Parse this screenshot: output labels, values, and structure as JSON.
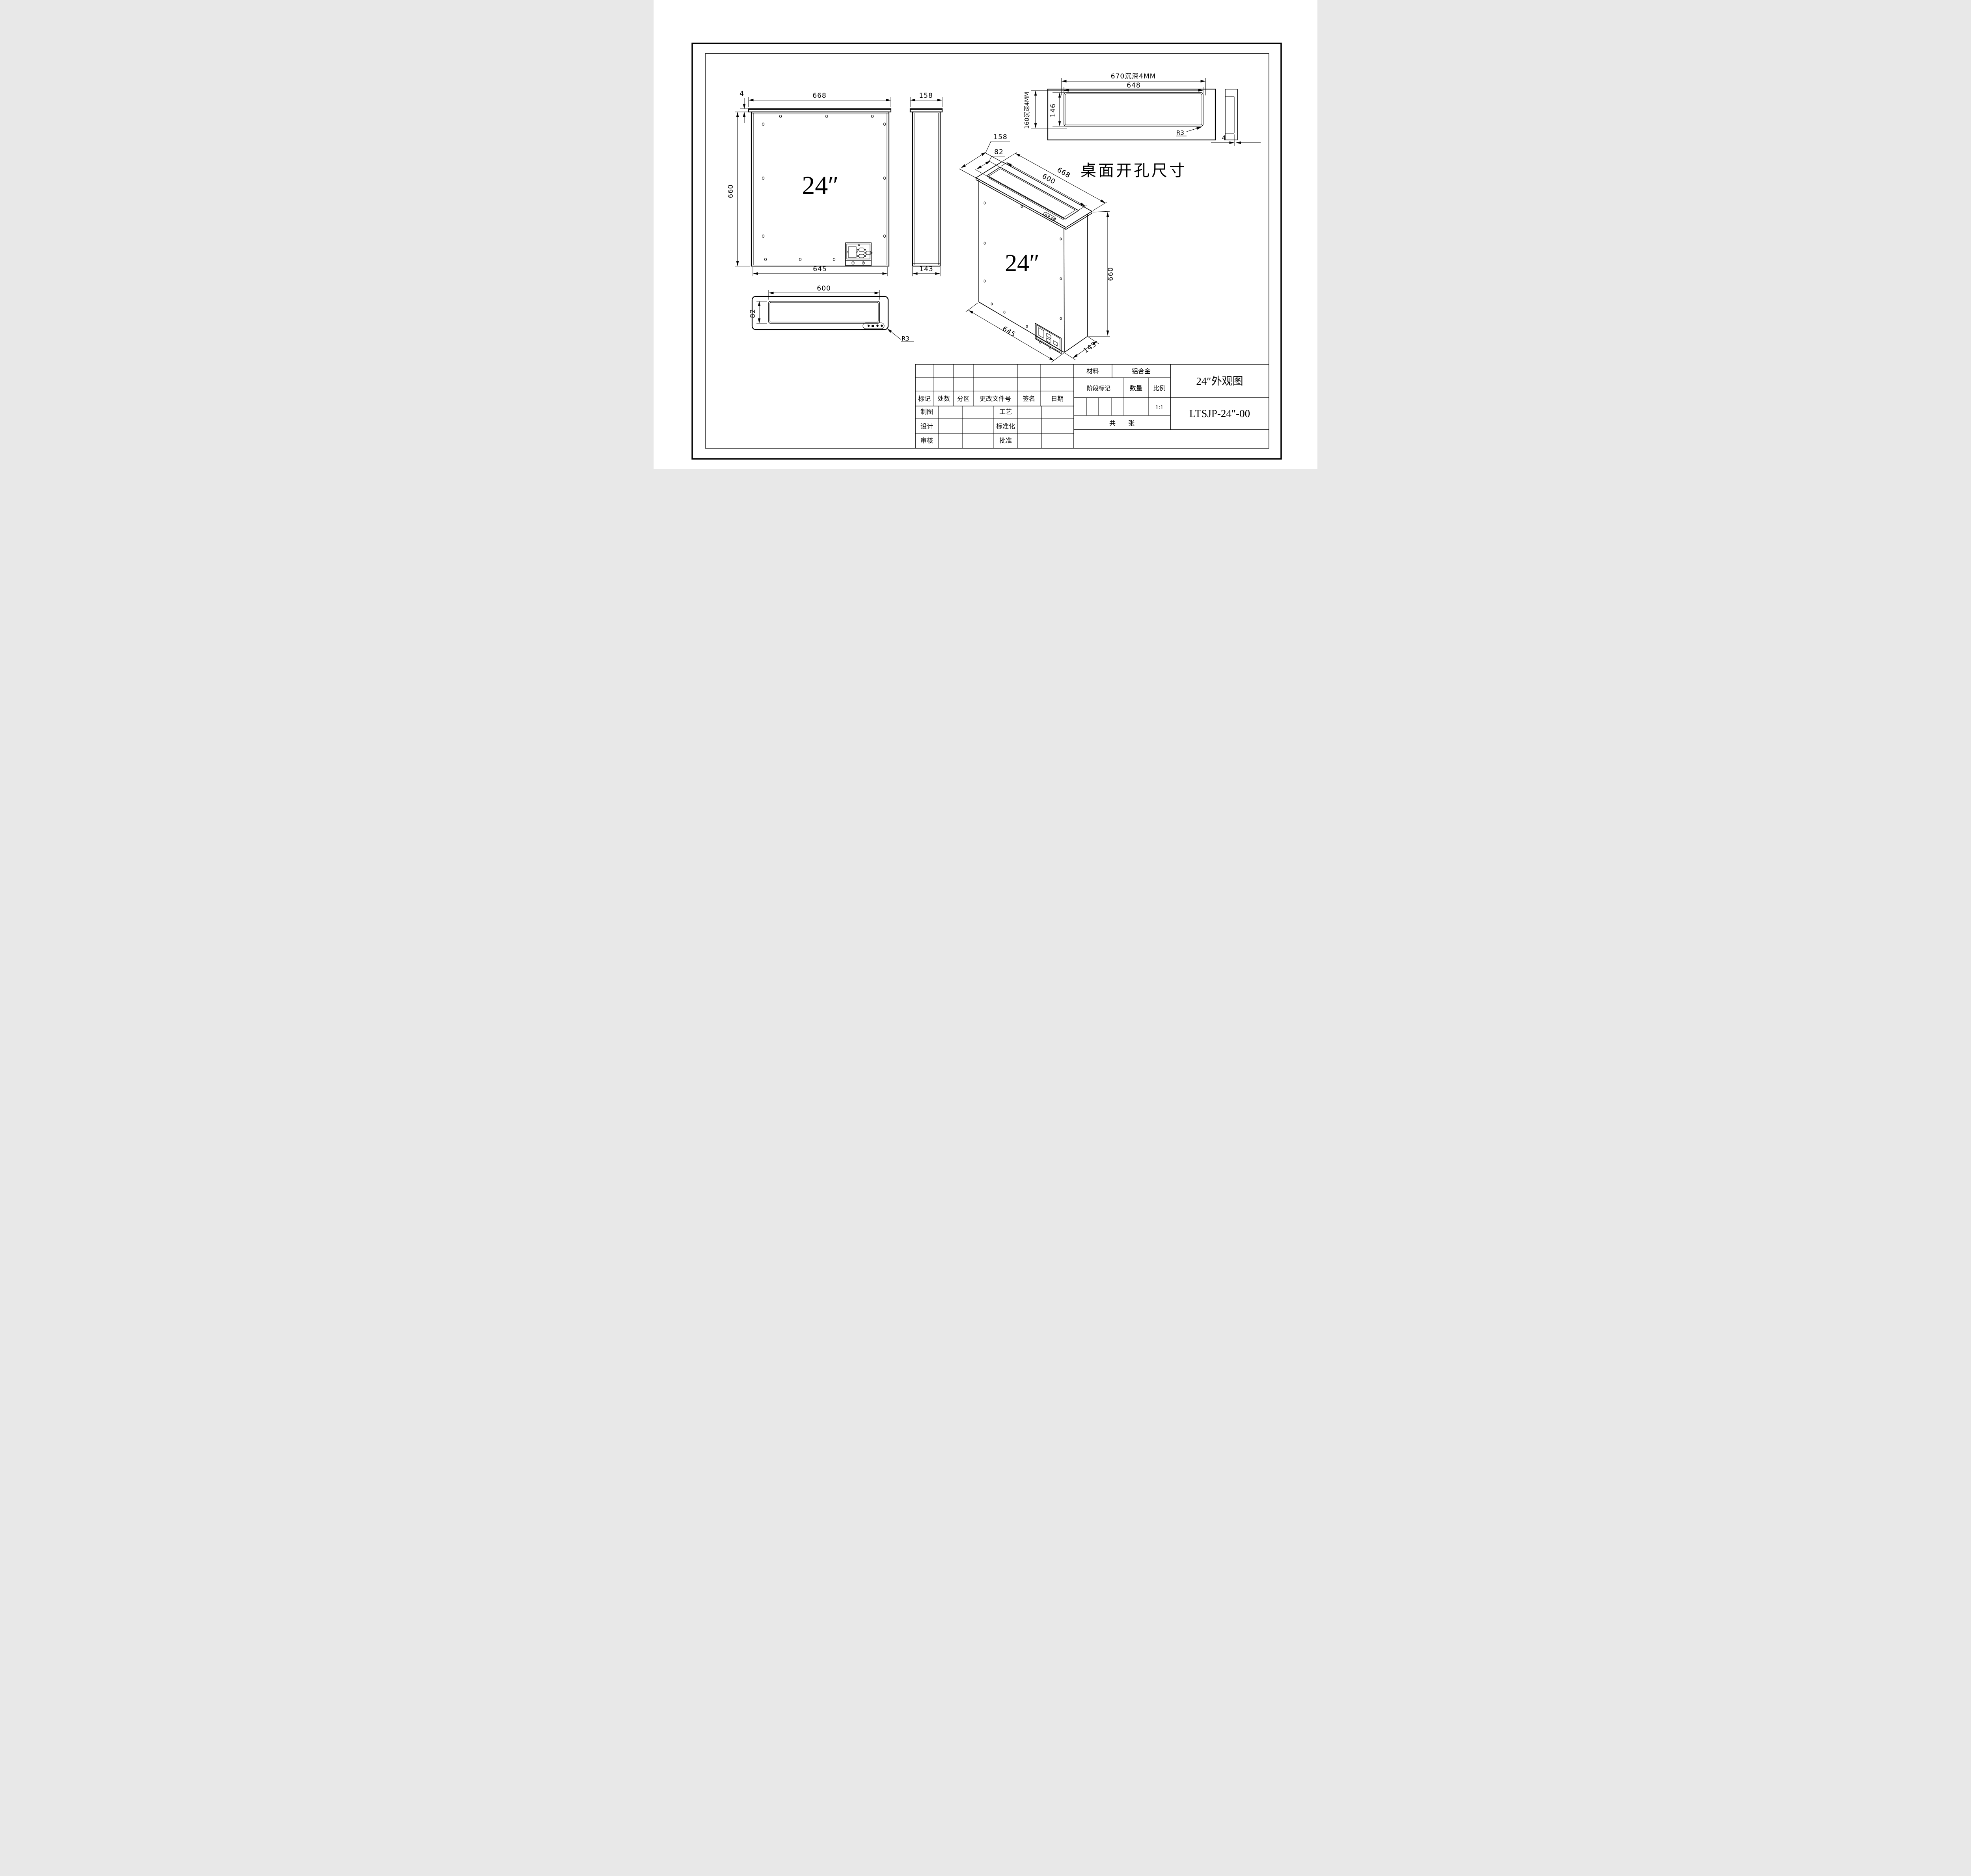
{
  "drawing": {
    "caption": "桌面开孔尺寸",
    "front": {
      "label": "24″",
      "dim_width_top": "668",
      "dim_cap_thickness": "4",
      "dim_height": "660",
      "dim_width_bottom": "645"
    },
    "side": {
      "dim_width_top": "158",
      "dim_width_bottom": "143"
    },
    "bottom": {
      "dim_recess_width": "600",
      "dim_recess_depth": "82",
      "dim_corner_radius": "R3"
    },
    "iso": {
      "label": "24″",
      "dim_depth": "158",
      "dim_slot_depth": "82",
      "dim_width": "668",
      "dim_slot_width": "600",
      "dim_height": "660",
      "dim_width_bottom": "645",
      "dim_depth_bottom": "143"
    },
    "cutout": {
      "dim_recess_width": "670沉深4MM",
      "dim_opening_width": "648",
      "dim_recess_height": "160沉深4MM",
      "dim_opening_height": "146",
      "dim_corner_radius": "R3",
      "dim_edge_thickness": "4"
    },
    "title_block": {
      "material_label": "材料",
      "material_value": "铝合金",
      "stage_label": "阶段标记",
      "qty_label": "数量",
      "scale_label": "比例",
      "scale_value": "1:1",
      "sheets_label": "共　　张",
      "drawing_title": "24″外观图",
      "drawing_no": "LTSJP-24″-00",
      "rev_headers": [
        "标记",
        "处数",
        "分区",
        "更改文件号",
        "签名",
        "日期"
      ],
      "roles_left": [
        "制图",
        "设计",
        "审核"
      ],
      "roles_right": [
        "工艺",
        "标准化",
        "批准"
      ]
    }
  }
}
